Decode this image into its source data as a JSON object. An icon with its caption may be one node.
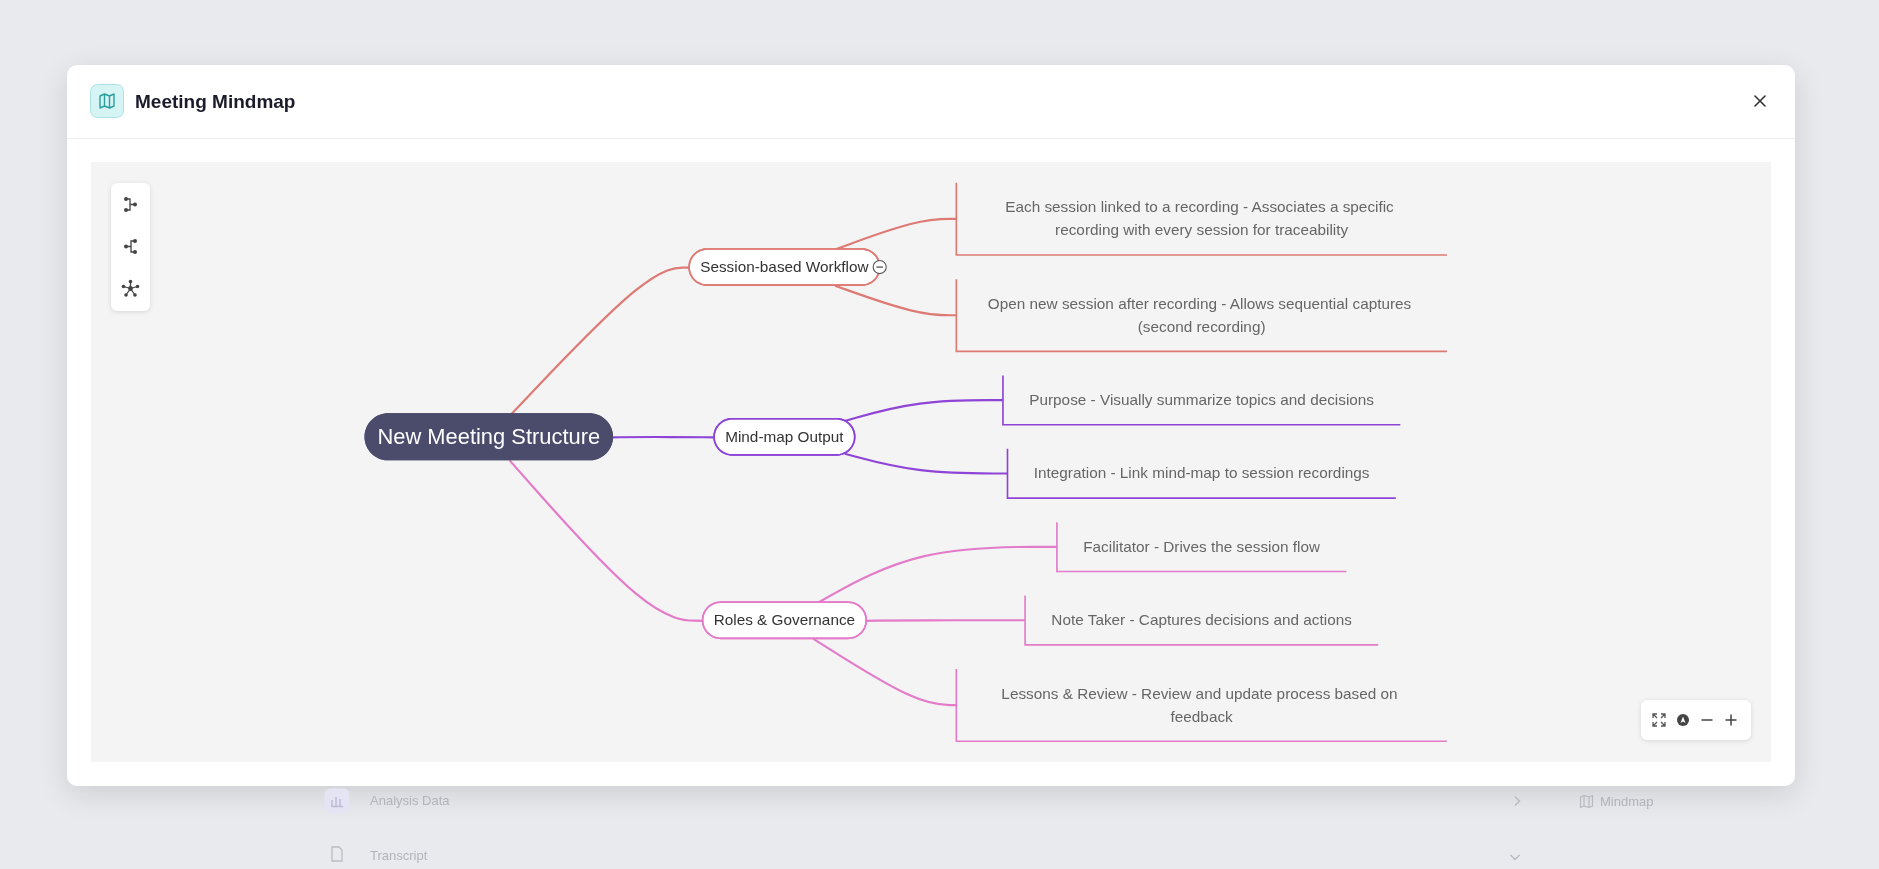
{
  "diagram": {
    "title": "Meeting Mindmap",
    "nodes": [
      {
        "text": [
          "New Meeting Structure"
        ]
      },
      {
        "text": [
          "Session-based Workflow"
        ]
      },
      {
        "text": [
          "Each session linked to a recording - Associates a specific recording with every session for traceability"
        ]
      },
      {
        "text": [
          "Open new session after recording - Allows sequential captures (second recording)"
        ]
      },
      {
        "text": [
          "Mind-map Output"
        ]
      },
      {
        "text": [
          "Purpose - Visually summarize topics and decisions"
        ]
      },
      {
        "text": [
          "Integration - Link mind-map to session recordings"
        ]
      },
      {
        "text": [
          "Roles & Governance"
        ]
      },
      {
        "text": [
          "Facilitator - Drives the session flow"
        ]
      },
      {
        "text": [
          "Note Taker - Captures decisions and actions"
        ]
      },
      {
        "text": [
          "Lessons & Review - Review and update process based on feedback"
        ]
      }
    ],
    "edges": [
      {
        "from": 0,
        "to": 1,
        "arrow": "none",
        "color": "#de7a74"
      },
      {
        "from": 1,
        "to": 2,
        "arrow": "none",
        "color": "#de7a74"
      },
      {
        "from": 1,
        "to": 3,
        "arrow": "none",
        "color": "#de7a74"
      },
      {
        "from": 0,
        "to": 4,
        "arrow": "none",
        "color": "#8e44d6"
      },
      {
        "from": 4,
        "to": 5,
        "arrow": "none",
        "color": "#8e44d6"
      },
      {
        "from": 4,
        "to": 6,
        "arrow": "none",
        "color": "#8e44d6"
      },
      {
        "from": 0,
        "to": 7,
        "arrow": "none"
      },
      {
        "from": 7,
        "to": 8,
        "arrow": "none"
      },
      {
        "from": 7,
        "to": 9,
        "arrow": "none"
      },
      {
        "from": 7,
        "to": 10,
        "arrow": "none"
      }
    ],
    "labels": [
      "Analysis Data",
      "Transcript",
      "Mindmap"
    ]
  }
}
